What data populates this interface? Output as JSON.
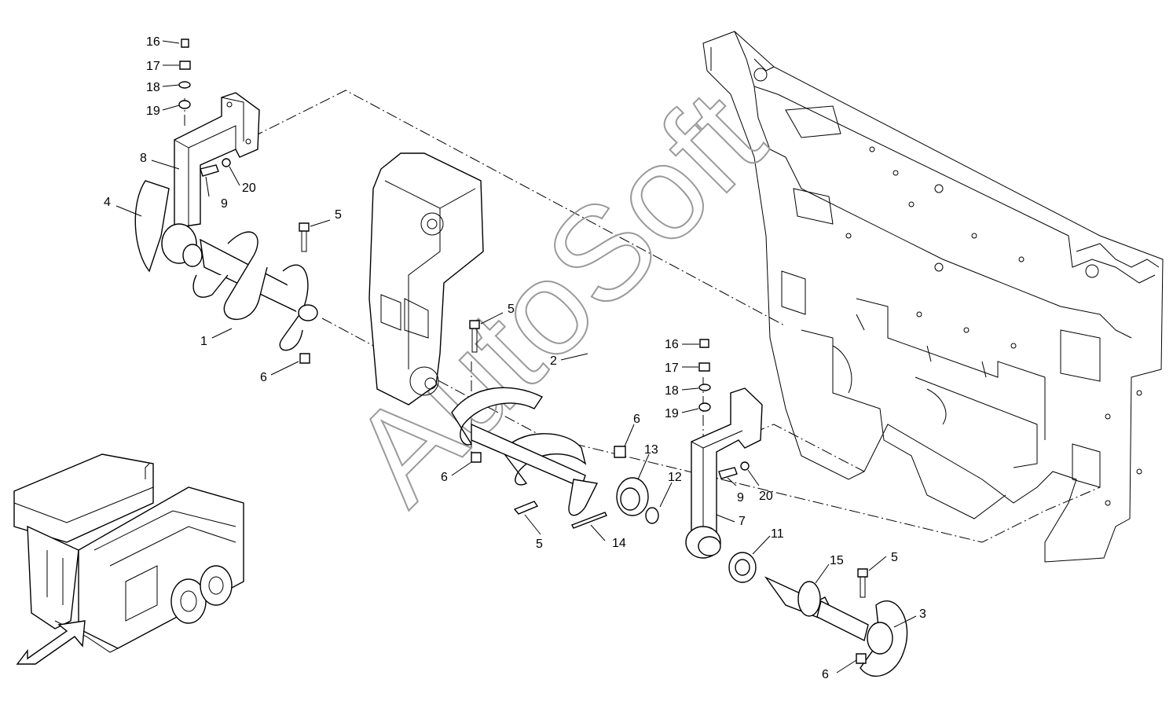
{
  "watermark": "AutoSoft",
  "callouts": {
    "c1": "1",
    "c2": "2",
    "c3": "3",
    "c4": "4",
    "c5a": "5",
    "c5b": "5",
    "c5c": "5",
    "c5d": "5",
    "c6a": "6",
    "c6b": "6",
    "c6c": "6",
    "c6d": "6",
    "c7": "7",
    "c8": "8",
    "c9a": "9",
    "c9b": "9",
    "c11": "11",
    "c12": "12",
    "c13": "13",
    "c14": "14",
    "c15": "15",
    "c16a": "16",
    "c16b": "16",
    "c17a": "17",
    "c17b": "17",
    "c18a": "18",
    "c18b": "18",
    "c19a": "19",
    "c19b": "19",
    "c20a": "20",
    "c20b": "20"
  },
  "icons": {
    "view_arrow": "view-direction-arrow-icon"
  }
}
